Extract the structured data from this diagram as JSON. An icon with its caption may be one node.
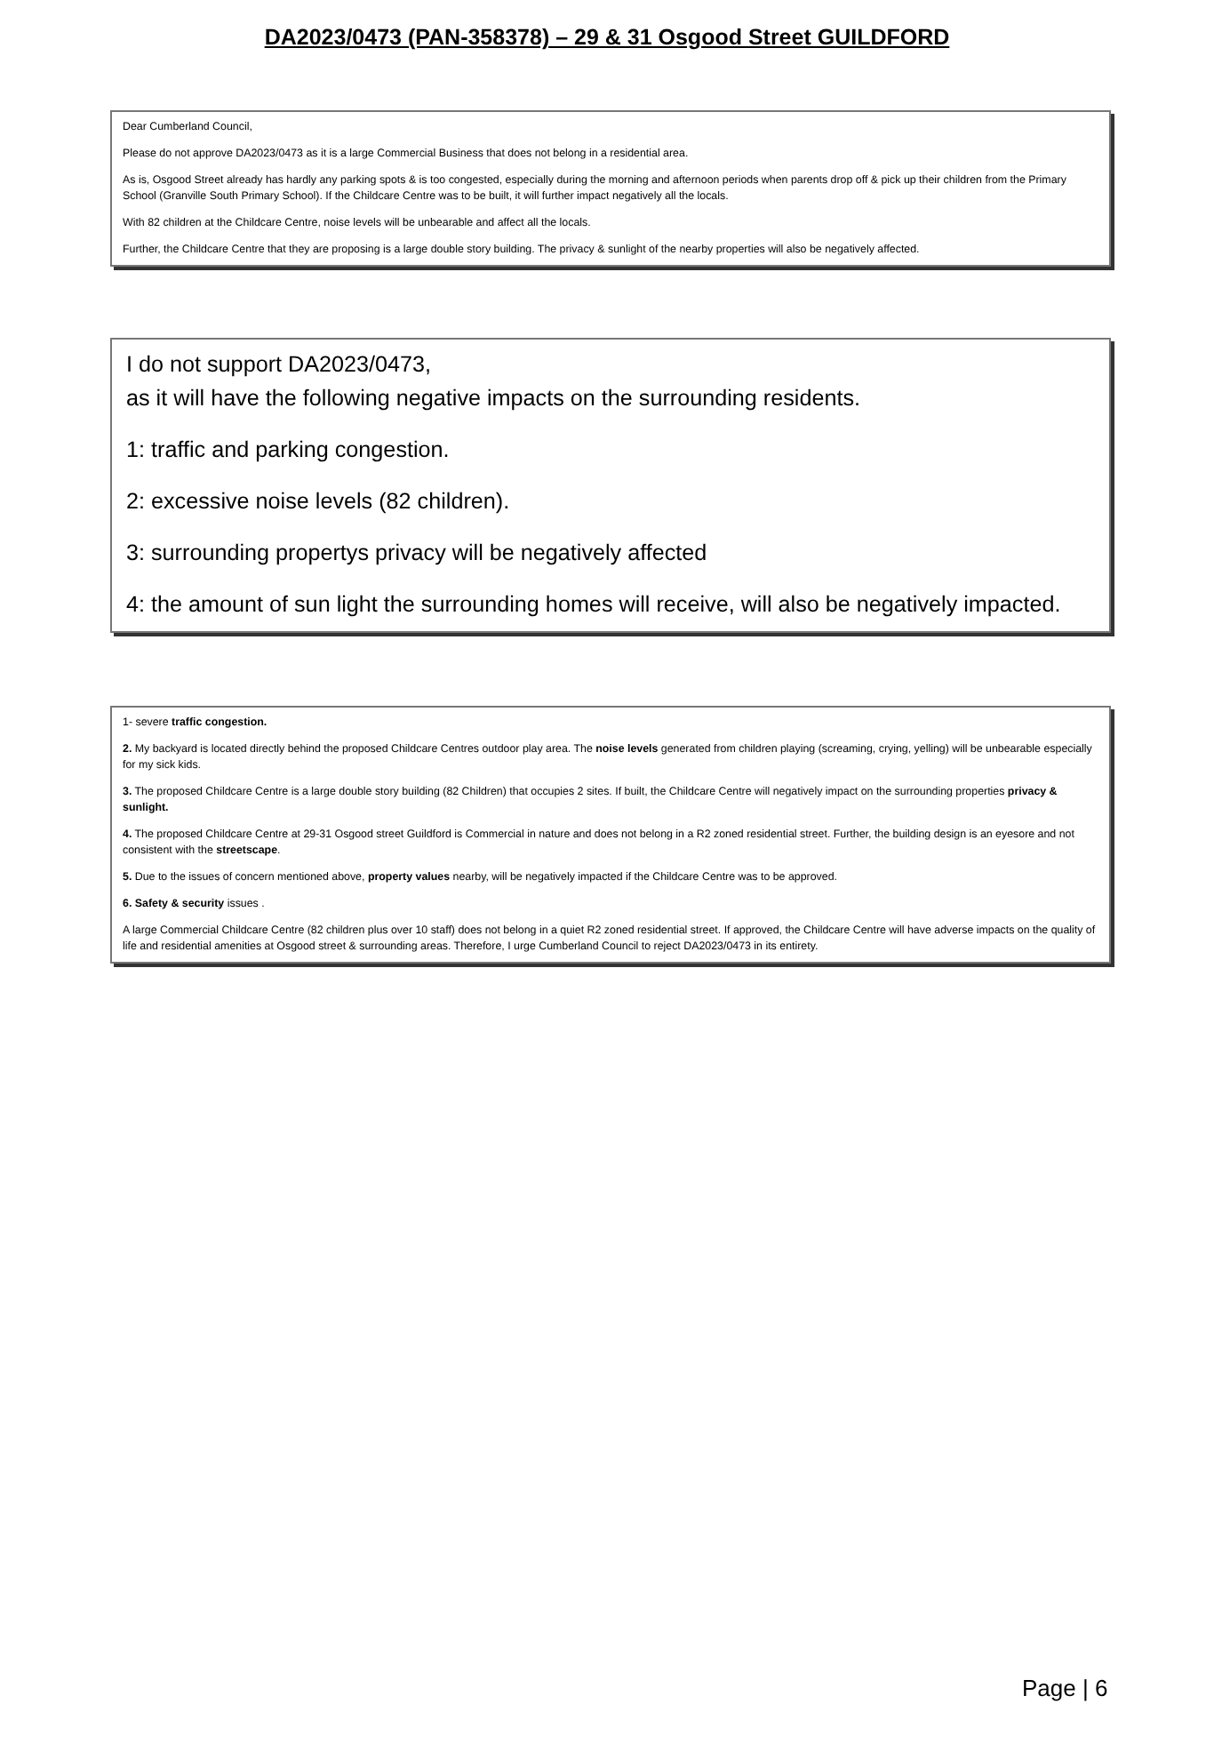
{
  "diagram": {
    "title": "DA2023/0473 (PAN-358378) – 29 & 31 Osgood Street GUILDFORD",
    "nodes": [
      {
        "text": [
          "Dear Cumberland Council,",
          "Please do not approve DA2023/0473 as it is a large Commercial Business that does not belong in a residential area.",
          "As is, Osgood Street already has hardly any parking spots & is too congested, especially during the morning and afternoon periods when parents drop off & pick up their children from the Primary School (Granville South Primary School). If the Childcare Centre was to be built, it will further impact negatively all the locals.",
          "With 82 children at the Childcare Centre, noise levels will be unbearable and affect all the locals.",
          "Further, the Childcare Centre that they are proposing is a large double story building. The privacy & sunlight of the nearby properties will also be negatively affected."
        ]
      },
      {
        "text": [
          "I do not support DA2023/0473,",
          "as it will have the following negative impacts on the surrounding residents.",
          "1: traffic and parking congestion.",
          "2: excessive noise levels (82 children).",
          "3: surrounding propertys privacy will be negatively affected",
          "4: the amount of sun light the surrounding homes will receive, will also be negatively impacted."
        ]
      },
      {
        "text": [
          "1- severe **traffic congestion.**",
          "**2.** My backyard is located directly behind the proposed Childcare Centres outdoor play area. The **noise levels** generated from children playing (screaming, crying, yelling) will be unbearable especially for my sick kids.",
          "**3.** The proposed Childcare Centre is a large double story building (82 Children) that occupies 2 sites. If built, the Childcare Centre will negatively impact on the surrounding properties **privacy & sunlight.**",
          "**4.** The proposed Childcare Centre at 29-31 Osgood street Guildford is Commercial in nature and does not belong in a R2 zoned residential street. Further, the building design is an eyesore and not consistent with the **streetscape**.",
          "**5.** Due to the issues of concern mentioned above, **property values** nearby, will be negatively impacted if the Childcare Centre was to be approved.",
          "**6.** **Safety & security** issues .",
          "A large Commercial Childcare Centre (82 children plus over 10 staff) does not belong in a quiet R2 zoned residential street. If approved, the Childcare Centre will have adverse impacts on the quality of life and residential amenities at Osgood street & surrounding areas. Therefore, I urge Cumberland Council to reject DA2023/0473 in its entirety."
        ]
      }
    ],
    "labels": [
      "Page | 6"
    ]
  }
}
